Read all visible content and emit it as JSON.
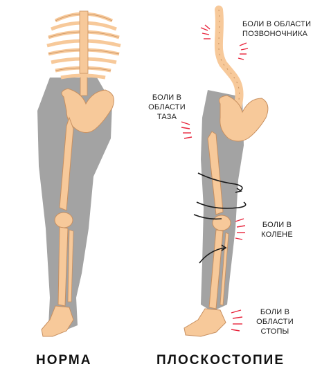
{
  "colors": {
    "bone": "#f7c99a",
    "bone_outline": "#c89060",
    "body_shadow": "#a3a3a3",
    "pain": "#e8243c",
    "text": "#1a1a1a"
  },
  "captions": {
    "normal": "НОРМА",
    "flatfoot": "ПЛОСКОСТОПИЕ"
  },
  "pain_labels": {
    "spine_line1": "БОЛИ В ОБЛАСТИ",
    "spine_line2": "ПОЗВОНОЧНИКА",
    "pelvis_line1": "БОЛИ В",
    "pelvis_line2": "ОБЛАСТИ",
    "pelvis_line3": "ТАЗА",
    "knee_line1": "БОЛИ В",
    "knee_line2": "КОЛЕНЕ",
    "foot_line1": "БОЛИ В",
    "foot_line2": "ОБЛАСТИ",
    "foot_line3": "СТОПЫ"
  }
}
